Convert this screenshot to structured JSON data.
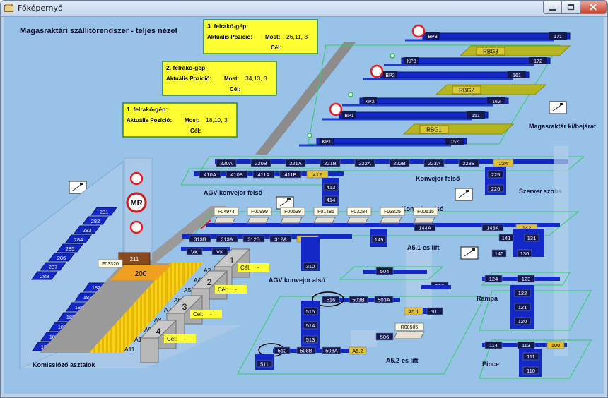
{
  "window": {
    "title": "Főképernyő"
  },
  "main_title": "Magasraktári szállítórendszer - teljes nézet",
  "cranes": [
    {
      "name": "1. felrakó-gép:",
      "pos_label": "Aktuális Pozíció:",
      "most_label": "Most:",
      "most_value": "18,10, 3",
      "cel_label": "Cél:",
      "cel_value": ""
    },
    {
      "name": "2. felrakó-gép:",
      "pos_label": "Aktuális Pozíció:",
      "most_label": "Most:",
      "most_value": "34,13, 3",
      "cel_label": "Cél:",
      "cel_value": ""
    },
    {
      "name": "3. felrakó-gép:",
      "pos_label": "Aktuális Pozíció:",
      "most_label": "Most:",
      "most_value": "26,11, 3",
      "cel_label": "Cél:",
      "cel_value": ""
    }
  ],
  "labels": {
    "agv_felso": "AGV konvejor felső",
    "agv_also": "AGV konvejor alsó",
    "konv_felso": "Konvejor felső",
    "konv_also": "Konvejor alsó",
    "szerver": "Szerver szoba",
    "magasraktar": "Magasraktár ki/bejárat",
    "a51": "A5.1-es lift",
    "a52": "A5.2-es lift",
    "rampa": "Rampa",
    "pince": "Pince",
    "komissiozo": "Komissióző asztalok",
    "mr": "MR"
  },
  "shelves": [
    {
      "bp": "BP3",
      "num": "171"
    },
    {
      "bp": "KP3",
      "num": "172"
    },
    {
      "bp": "BP2",
      "num": "161"
    },
    {
      "bp": "KP2",
      "num": "162"
    },
    {
      "bp": "BP1",
      "num": "151"
    },
    {
      "bp": "KP1",
      "num": "152"
    }
  ],
  "rbg": [
    "RBG3",
    "RBG2",
    "RBG1"
  ],
  "conv_upper_top": [
    "220A",
    "220B",
    "221A",
    "221B",
    "222A",
    "222B",
    "223A",
    "223B",
    "224"
  ],
  "conv_upper_bottom": [
    "410A",
    "410B",
    "411A",
    "411B",
    "412"
  ],
  "conv_mid_top": [
    "413",
    "414",
    "225",
    "226"
  ],
  "f_codes": [
    "F04974",
    "F00999",
    "F00639",
    "F01486",
    "F03284",
    "F03825",
    "F00615"
  ],
  "conv_lower_row": [
    "313B",
    "313A",
    "312B",
    "312A",
    "311",
    "144A",
    "143A",
    "142"
  ],
  "lower_misc": [
    "149",
    "141",
    "131",
    "140",
    "130",
    "310",
    "VK",
    "VK",
    "211",
    "200",
    "F03320"
  ],
  "left_table_top": [
    "281",
    "282",
    "283",
    "284",
    "285",
    "286",
    "287",
    "288"
  ],
  "left_table_bottom": [
    "182",
    "183",
    "184",
    "185",
    "186",
    "187",
    "188"
  ],
  "a_labels": [
    "A3",
    "A4",
    "A5",
    "A6",
    "A7",
    "A8",
    "A9",
    "A10",
    "A11"
  ],
  "ramps": [
    {
      "num": "1",
      "cel": "Cél:",
      "val": "-"
    },
    {
      "num": "2",
      "cel": "Cél:",
      "val": "-"
    },
    {
      "num": "3",
      "cel": "Cél:",
      "val": "-"
    },
    {
      "num": "4",
      "cel": "Cél:",
      "val": "-"
    }
  ],
  "bottom_center": [
    "504",
    "500",
    "516",
    "503B",
    "503A",
    "515",
    "514",
    "513",
    "A5.1",
    "501",
    "R00505",
    "506",
    "512",
    "508B",
    "508A",
    "A5.2",
    "511"
  ],
  "right_block": [
    "124",
    "123",
    "122",
    "121",
    "120",
    "114",
    "113",
    "100",
    "111",
    "110"
  ]
}
